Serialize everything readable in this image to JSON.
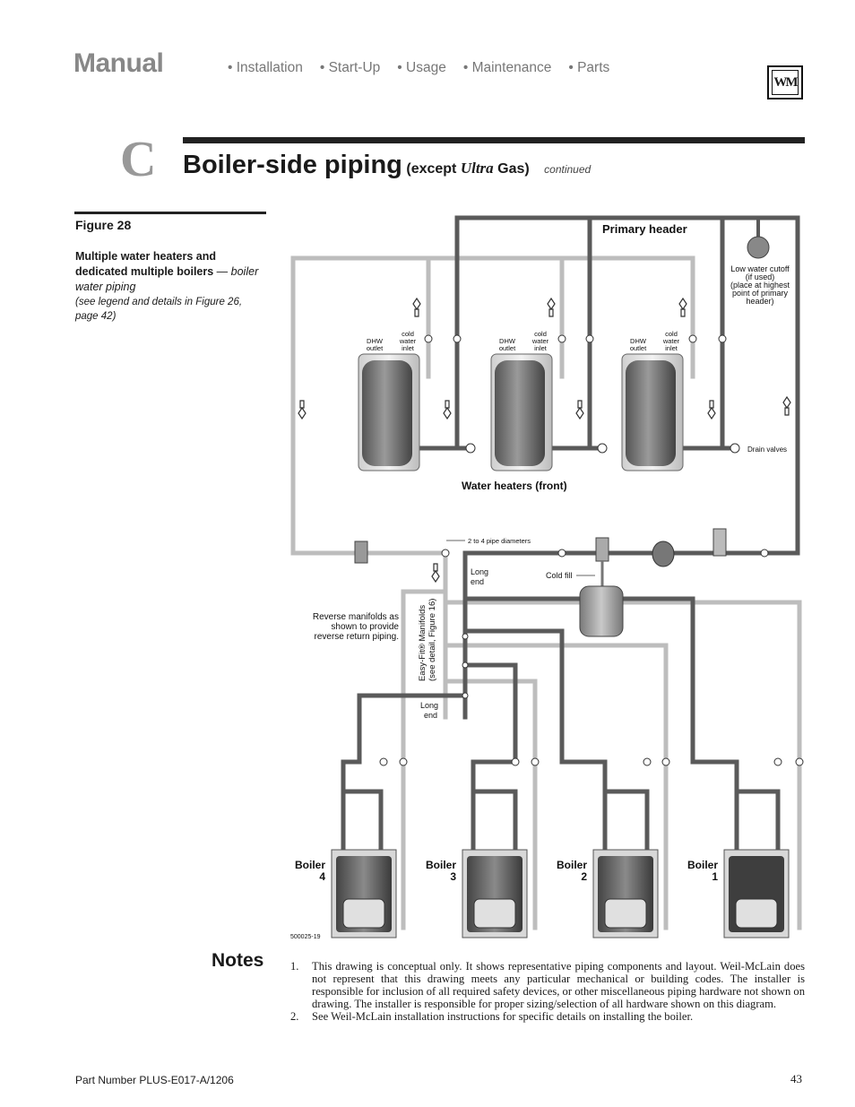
{
  "header": {
    "title": "Manual",
    "nav": [
      "• Installation",
      "• Start-Up",
      "• Usage",
      "• Maintenance",
      "• Parts"
    ],
    "logo_text": "WM"
  },
  "section": {
    "letter": "C",
    "title": "Boiler-side piping",
    "subtitle_pre": "(except ",
    "subtitle_brand": "Ultra",
    "subtitle_post": " Gas)",
    "continued": "continued"
  },
  "figure": {
    "label": "Figure 28",
    "caption_bold": "Multiple water heaters and dedicated multiple boilers",
    "caption_dash": " — ",
    "caption_italic": "boiler water piping",
    "caption_note": "(see legend and details in Figure 26, page 42)"
  },
  "diagram": {
    "primary_header": "Primary header",
    "lwco": [
      "Low water cutoff",
      "(if used)",
      "(place at highest",
      "point of primary",
      "header)"
    ],
    "dhw_outlet": [
      "DHW",
      "outlet"
    ],
    "cold_water_inlet": [
      "cold",
      "water",
      "inlet"
    ],
    "drain_valves": "Drain valves",
    "water_heaters": "Water heaters (front)",
    "pipe_diameters": "2 to 4 pipe diameters",
    "long_end_top": [
      "Long",
      "end"
    ],
    "cold_fill": "Cold fill",
    "reverse_manifolds": [
      "Reverse manifolds as",
      "shown to provide",
      "reverse return piping."
    ],
    "manifolds": [
      "Easy-Fit® Manifolds",
      "(see detail, Figure 16)"
    ],
    "long_end_bottom": [
      "Long",
      "end"
    ],
    "boilers": [
      {
        "name": "Boiler",
        "num": "4"
      },
      {
        "name": "Boiler",
        "num": "3"
      },
      {
        "name": "Boiler",
        "num": "2"
      },
      {
        "name": "Boiler",
        "num": "1"
      }
    ],
    "drawing_id": "500025-19"
  },
  "notes": {
    "heading": "Notes",
    "items": [
      {
        "num": "1.",
        "text": "This drawing is conceptual only. It shows representative piping components and layout. Weil-McLain does not represent that this drawing meets any particular mechanical or building codes. The installer is responsible for inclusion of all required safety devices, or other miscellaneous piping hardware not shown on drawing. The installer is responsible for proper sizing/selection of all hardware shown on this diagram."
      },
      {
        "num": "2.",
        "text": "See Weil-McLain installation instructions for specific details on installing the boiler."
      }
    ]
  },
  "footer": {
    "part_number": "Part Number PLUS-E017-A/1206",
    "page": "43"
  }
}
